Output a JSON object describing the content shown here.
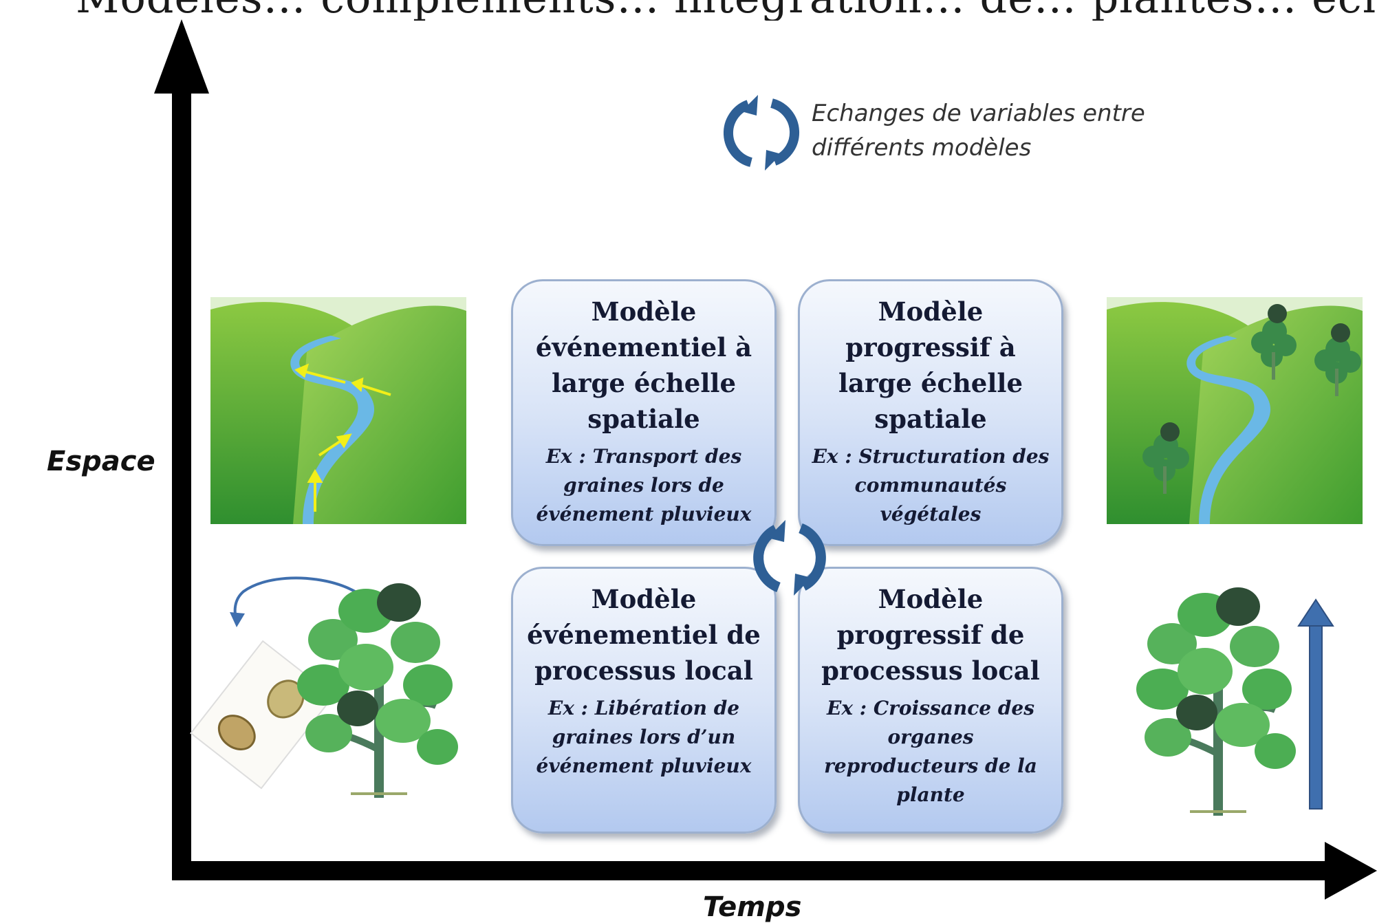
{
  "title": "Modèles… compléments… intégration… de… plantes… échelles… spatiales et temporelles… emp",
  "axes": {
    "y_label": "Espace",
    "x_label": "Temps"
  },
  "legend": {
    "icon": "exchange-cycle-icon",
    "text": "Echanges de variables entre différents modèles"
  },
  "cards": {
    "top_left": {
      "title": "Modèle événementiel à large échelle spatiale",
      "example": "Ex : Transport des graines lors de événement pluvieux"
    },
    "top_right": {
      "title": "Modèle progressif à large échelle spatiale",
      "example": "Ex : Structuration des communautés végétales"
    },
    "bottom_left": {
      "title": "Modèle événementiel de processus local",
      "example": "Ex : Libération de graines lors d’un événement pluvieux"
    },
    "bottom_right": {
      "title": "Modèle progressif de processus local",
      "example": "Ex : Croissance des organes reproducteurs de la plante"
    }
  },
  "colors": {
    "card_border": "#9cb0cf",
    "card_fill_top": "#f5f8fd",
    "card_fill_bottom": "#b3c9ef",
    "cycle_arrow": "#2e5f95",
    "river": "#6ab8e6",
    "hill": "#7cc23c",
    "leaf": "#4cae53",
    "dark_leaf": "#2e4d36",
    "flow_arrow": "#f2ef18"
  },
  "illustrations": {
    "left_top": "river-landscape-with-flow-arrows",
    "right_top": "river-landscape-with-plants",
    "left_bottom": "plant-with-seeds-release",
    "right_bottom": "plant-with-growth-arrow"
  }
}
